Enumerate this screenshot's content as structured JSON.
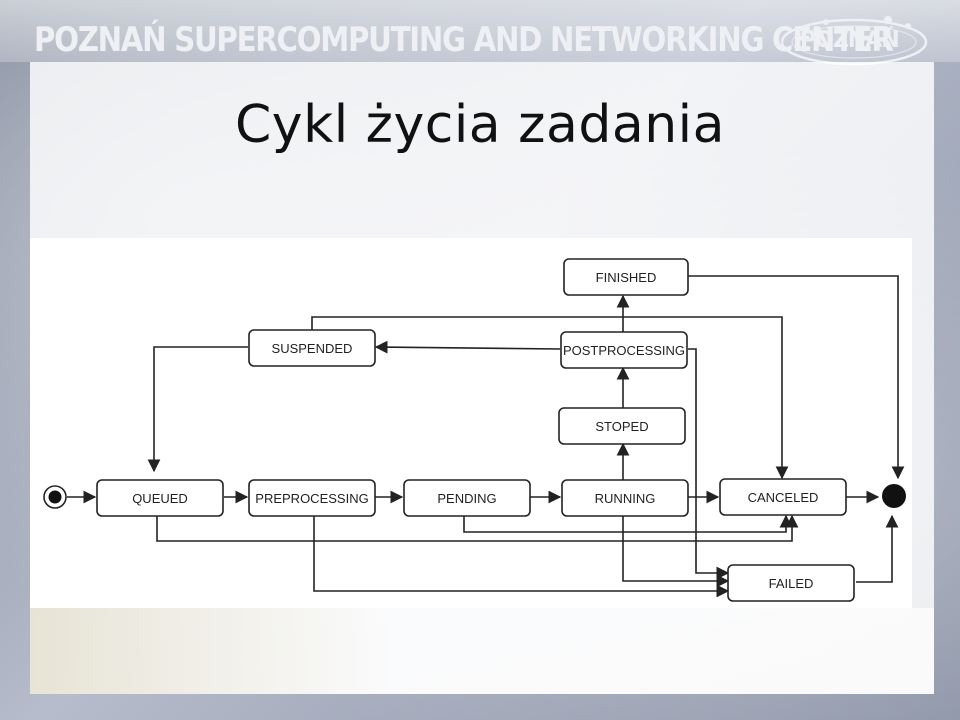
{
  "header": {
    "organization": "POZNAŃ SUPERCOMPUTING AND NETWORKING CENTER",
    "logo_text": "POZNAŃ"
  },
  "slide": {
    "title": "Cykl życia zadania"
  },
  "diagram": {
    "states": {
      "finished": "FINISHED",
      "suspended": "SUSPENDED",
      "postprocessing": "POSTPROCESSING",
      "stoped": "STOPED",
      "queued": "QUEUED",
      "preprocessing": "PREPROCESSING",
      "pending": "PENDING",
      "running": "RUNNING",
      "canceled": "CANCELED",
      "failed": "FAILED"
    }
  }
}
